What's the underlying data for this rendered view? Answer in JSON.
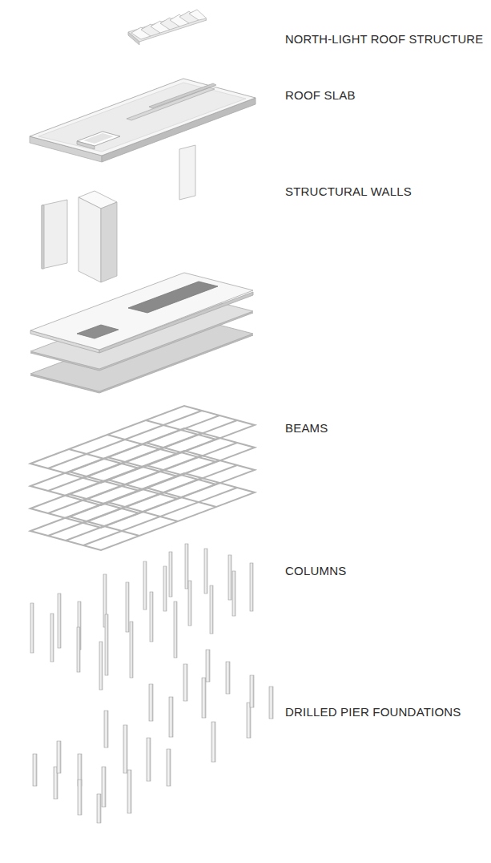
{
  "diagram": {
    "labels": [
      "NORTH-LIGHT ROOF STRUCTURE",
      "ROOF SLAB",
      "STRUCTURAL WALLS",
      "BEAMS",
      "COLUMNS",
      "DRILLED PIER FOUNDATIONS"
    ]
  }
}
